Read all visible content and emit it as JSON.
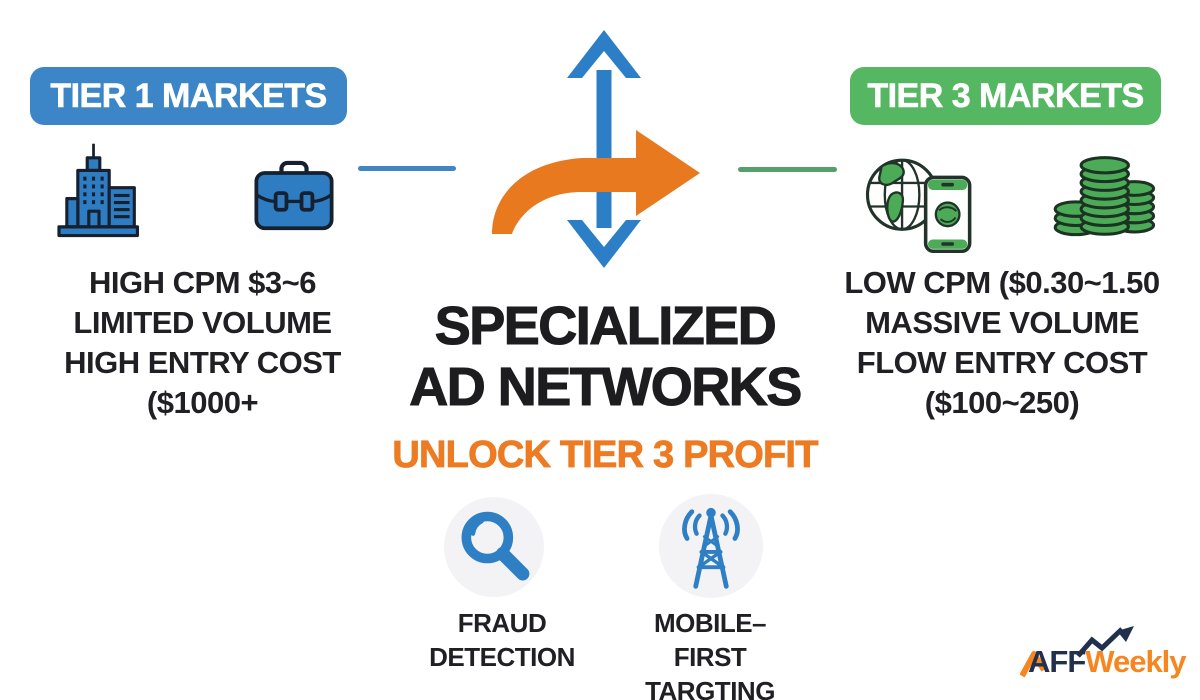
{
  "colors": {
    "tier1_blue": "#3c86c8",
    "tier3_green": "#56b763",
    "icon_blue": "#2e7fc3",
    "icon_green": "#4cab57",
    "arrow_orange": "#e8791e",
    "subtitle_orange": "#ed7b23",
    "text_dark": "#202024",
    "logo_navy": "#20304d",
    "logo_orange": "#f6861f"
  },
  "tier1": {
    "banner_label": "TIER 1 MARKETS",
    "icons": [
      "office-building-icon",
      "briefcase-icon"
    ],
    "stats": [
      "HIGH CPM $3~6",
      "LIMITED VOLUME",
      "HIGH ENTRY COST",
      "($1000+"
    ]
  },
  "tier3": {
    "banner_label": "TIER 3 MARKETS",
    "icons": [
      "globe-phone-icon",
      "coin-stacks-icon"
    ],
    "stats": [
      "LOW CPM ($0.30~1.50",
      "MASSIVE VOLUME",
      "FLOW ENTRY COST",
      "($100~250)"
    ]
  },
  "center": {
    "title_line1": "SPECIALIZED",
    "title_line2": "AD NETWORKS",
    "subtitle": "UNLOCK TIER 3 PROFIT"
  },
  "features": {
    "fraud": {
      "icon": "magnifier-icon",
      "label": "FRAUD DETECTION"
    },
    "mobile": {
      "icon": "radio-tower-icon",
      "label_line1": "MOBILE–FIRST",
      "label_line2": "TARGTING"
    }
  },
  "logo": {
    "prefix": "AFF",
    "suffix": "Weekly"
  }
}
